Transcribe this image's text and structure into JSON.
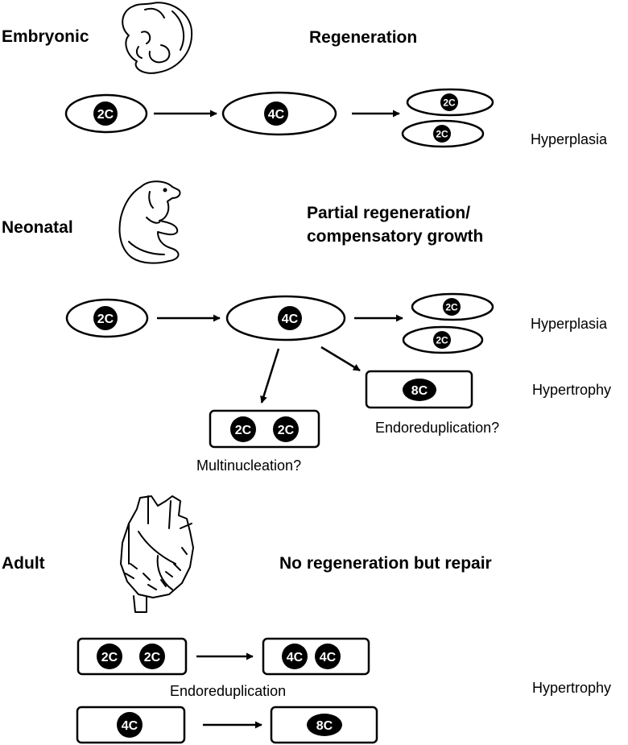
{
  "stages": {
    "embryonic": "Embryonic",
    "neonatal": "Neonatal",
    "adult": "Adult"
  },
  "headings": {
    "embryonic": "Regeneration",
    "neonatal_line1": "Partial regeneration/",
    "neonatal_line2": "compensatory growth",
    "adult": "No regeneration but repair"
  },
  "outcomes": {
    "embryonic_hyperplasia": "Hyperplasia",
    "neonatal_hyperplasia": "Hyperplasia",
    "neonatal_hypertrophy": "Hypertrophy",
    "adult_hypertrophy": "Hypertrophy"
  },
  "notes": {
    "endoreduplication_q": "Endoreduplication?",
    "multinucleation_q": "Multinucleation?",
    "adult_endoreduplication": "Endoreduplication"
  },
  "nuclei": {
    "c2": "2C",
    "c4": "4C",
    "c8": "8C"
  },
  "icons": [
    "embryo-icon",
    "neonatal-mouse-icon",
    "adult-heart-icon"
  ],
  "colors": {
    "ink": "#000000",
    "background": "#ffffff"
  }
}
